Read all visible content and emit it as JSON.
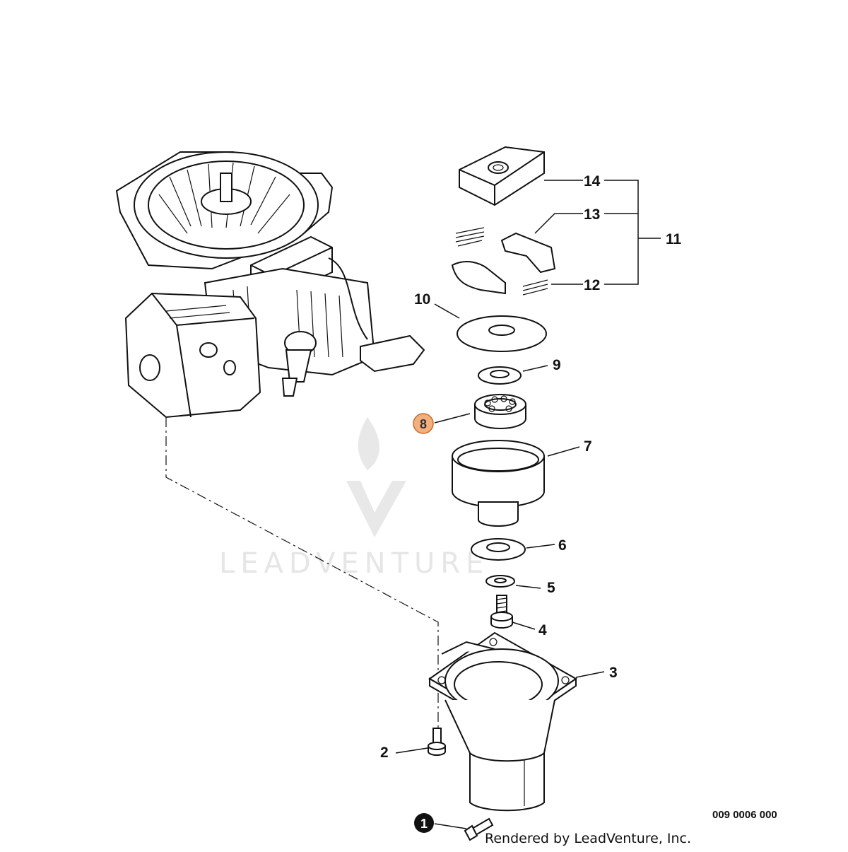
{
  "diagram": {
    "callouts": {
      "c1": "1",
      "c2": "2",
      "c3": "3",
      "c4": "4",
      "c5": "5",
      "c6": "6",
      "c7": "7",
      "c8": "8",
      "c9": "9",
      "c10": "10",
      "c11": "11",
      "c12": "12",
      "c13": "13",
      "c14": "14"
    },
    "highlighted_callout": "8",
    "filled_callout": "1",
    "part_number": "009 0006 000",
    "credit": "Rendered by LeadVenture, Inc.",
    "watermark": "LEADVENTURE",
    "colors": {
      "highlight_fill": "#f3b07e",
      "highlight_stroke": "#c46a2a",
      "line": "#111111",
      "watermark": "#e6e6e6"
    }
  }
}
